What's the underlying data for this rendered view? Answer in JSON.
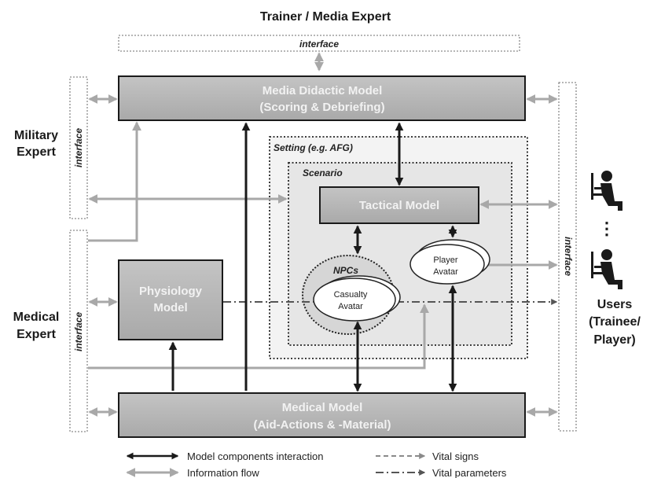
{
  "actors": {
    "top": "Trainer / Media Expert",
    "military": [
      "Military",
      "Expert"
    ],
    "medical": [
      "Medical",
      "Expert"
    ],
    "users": [
      "Users",
      "(Trainee/",
      "Player)"
    ],
    "users_ellipsis": "⋮"
  },
  "interfaces": {
    "top": "interface",
    "left_upper": "interface",
    "left_lower": "interface",
    "right": "interface"
  },
  "models": {
    "media_didactic": [
      "Media Didactic Model",
      "(Scoring & Debriefing)"
    ],
    "tactical": "Tactical Model",
    "physiology": [
      "Physiology",
      "Model"
    ],
    "medical": [
      "Medical Model",
      "(Aid-Actions & -Material)"
    ]
  },
  "regions": {
    "setting": "Setting (e.g. AFG)",
    "scenario": "Scenario",
    "npcs": "NPCs"
  },
  "avatars": {
    "casualty": [
      "Casualty",
      "Avatar"
    ],
    "player": [
      "Player",
      "Avatar"
    ]
  },
  "legend": {
    "model_interaction": "Model components interaction",
    "information_flow": "Information flow",
    "vital_signs": "Vital signs",
    "vital_parameters": "Vital parameters"
  },
  "colors": {
    "model_box": "#b3b3b3",
    "model_interaction": "#1a1a1a",
    "information_flow": "#a8a8a8",
    "vital_signs": "#8a8a8a",
    "vital_parameters": "#555555"
  },
  "icons": [
    "user-at-computer-icon",
    "user-at-computer-icon"
  ]
}
